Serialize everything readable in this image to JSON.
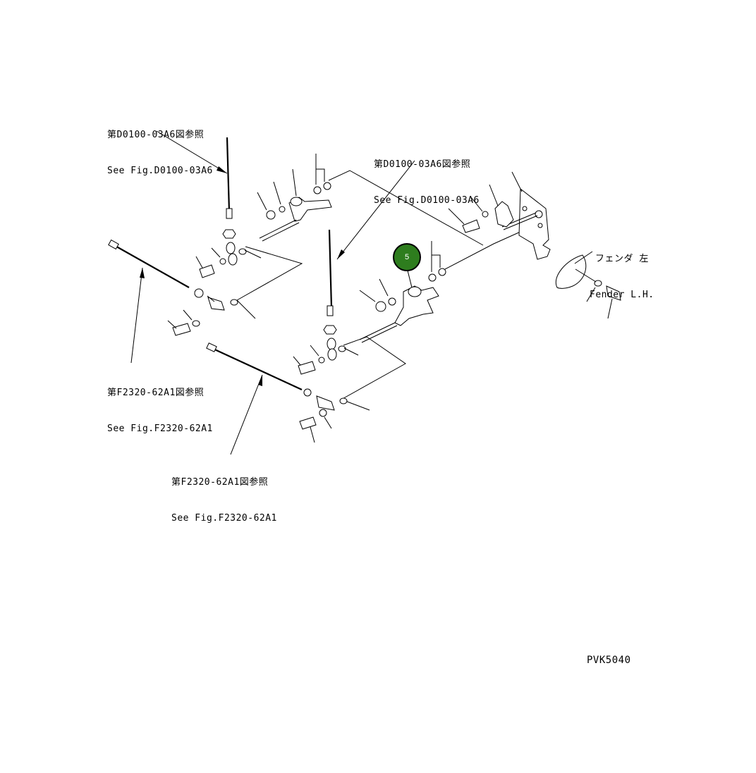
{
  "labels": {
    "ref_top_left": {
      "jp": "第D0100-03A6図参照",
      "en": "See Fig.D0100-03A6"
    },
    "ref_top_center": {
      "jp": "第D0100-03A6図参照",
      "en": "See Fig.D0100-03A6"
    },
    "ref_mid_left": {
      "jp": "第F2320-62A1図参照",
      "en": "See Fig.F2320-62A1"
    },
    "ref_bottom": {
      "jp": "第F2320-62A1図参照",
      "en": "See Fig.F2320-62A1"
    },
    "fender": {
      "jp": "フェンダ 左",
      "en": "Fender L.H."
    },
    "drawing_code": "PVK5040"
  },
  "callout": {
    "number": "5",
    "color": "#2e7d1e"
  }
}
